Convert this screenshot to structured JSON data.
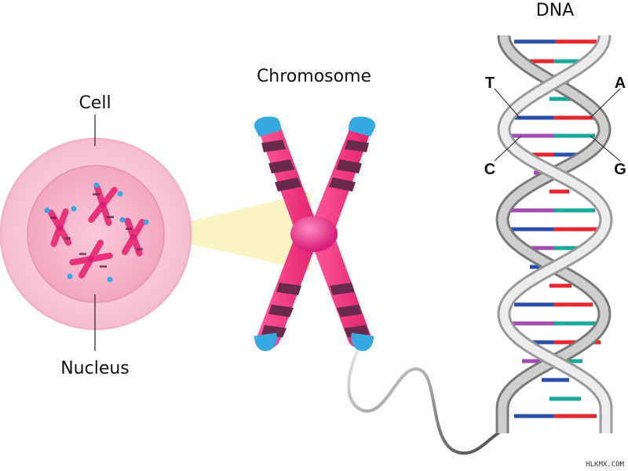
{
  "labels": {
    "cell": "Cell",
    "nucleus": "Nucleus",
    "chromosome": "Chromosome",
    "dna": "DNA",
    "base_t": "T",
    "base_a": "A",
    "base_c": "C",
    "base_g": "G"
  },
  "watermark": "HLKMX.COM",
  "colors": {
    "cell_outer": "#f8c6d6",
    "cell_inner": "#f4a8c0",
    "chromosome_arm": "#e8327a",
    "chromosome_band": "#6a2a4e",
    "chromosome_tip": "#36a9e1",
    "centromere": "#e0308a",
    "beam": "#faf3c2",
    "backbone": "#c8c8c8",
    "base_blue": "#2b4fa8",
    "base_red": "#e5262e",
    "base_purple": "#a24ab3",
    "base_teal": "#16a99a"
  },
  "icons": {
    "cell": "cell-illustration",
    "chromosome": "chromosome-x-icon",
    "dna": "double-helix-icon"
  }
}
